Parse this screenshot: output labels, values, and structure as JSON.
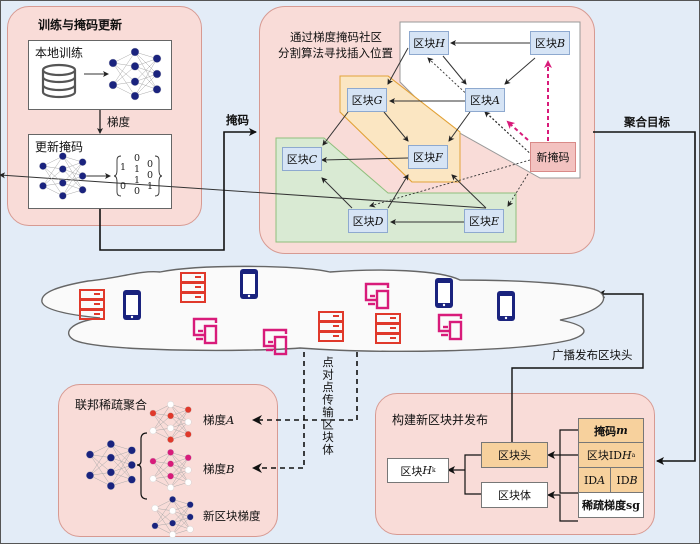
{
  "panels": {
    "training": {
      "title": "训练与掩码更新",
      "local_training": "本地训练",
      "gradient_label": "梯度",
      "update_mask": "更新掩码",
      "matrix": [
        "1 0 0",
        "0 1 0 1 0 1",
        "0 1 1",
        "0"
      ]
    },
    "community": {
      "title_line1": "通过梯度掩码社区",
      "title_line2": "分割算法寻找插入位置",
      "blocks": {
        "H": {
          "prefix": "区块",
          "id": "H"
        },
        "B": {
          "prefix": "区块",
          "id": "B"
        },
        "G": {
          "prefix": "区块",
          "id": "G"
        },
        "A": {
          "prefix": "区块",
          "id": "A"
        },
        "C": {
          "prefix": "区块",
          "id": "C"
        },
        "F": {
          "prefix": "区块",
          "id": "F"
        },
        "D": {
          "prefix": "区块",
          "id": "D"
        },
        "E": {
          "prefix": "区块",
          "id": "E"
        }
      },
      "new_mask": "新掩码"
    },
    "aggregation": {
      "title": "联邦稀疏聚合",
      "gradient_a": "梯度",
      "gradient_a_id": "A",
      "gradient_b": "梯度",
      "gradient_b_id": "B",
      "new_block_gradient": "新区块梯度"
    },
    "build": {
      "title": "构建新区块并发布",
      "block_hk": "区块",
      "block_hk_sym": "H",
      "block_hk_sub": "k",
      "block_header": "区块头",
      "block_body": "区块体",
      "mask_m": "掩码",
      "mask_m_sym": "m",
      "block_id": "区块ID ",
      "block_id_sym": "H",
      "block_id_sub": "a",
      "id_a": "ID ",
      "id_a_sym": "A",
      "id_b": "ID ",
      "id_b_sym": "B",
      "sparse_gradient": "稀疏梯度sg"
    }
  },
  "flows": {
    "mask": "掩码",
    "aggregation_target": "聚合目标",
    "broadcast_header": "广播发布区块头",
    "p2p_transfer": "点对点传输区块体"
  },
  "network": {
    "nodes": [
      "server",
      "phone",
      "server",
      "phone",
      "device",
      "device",
      "server",
      "device",
      "phone",
      "server",
      "device",
      "phone"
    ]
  },
  "colors": {
    "panel": "#f9dcd8",
    "block": "#d6e4f5",
    "new_mask": "#f3c2c0",
    "orange_group": "#fbe6c2",
    "green_group": "#d9ead3",
    "server": "#e0392b",
    "phone": "#1a237e",
    "device": "#d81b7a",
    "neural_node": "#1a237e"
  }
}
